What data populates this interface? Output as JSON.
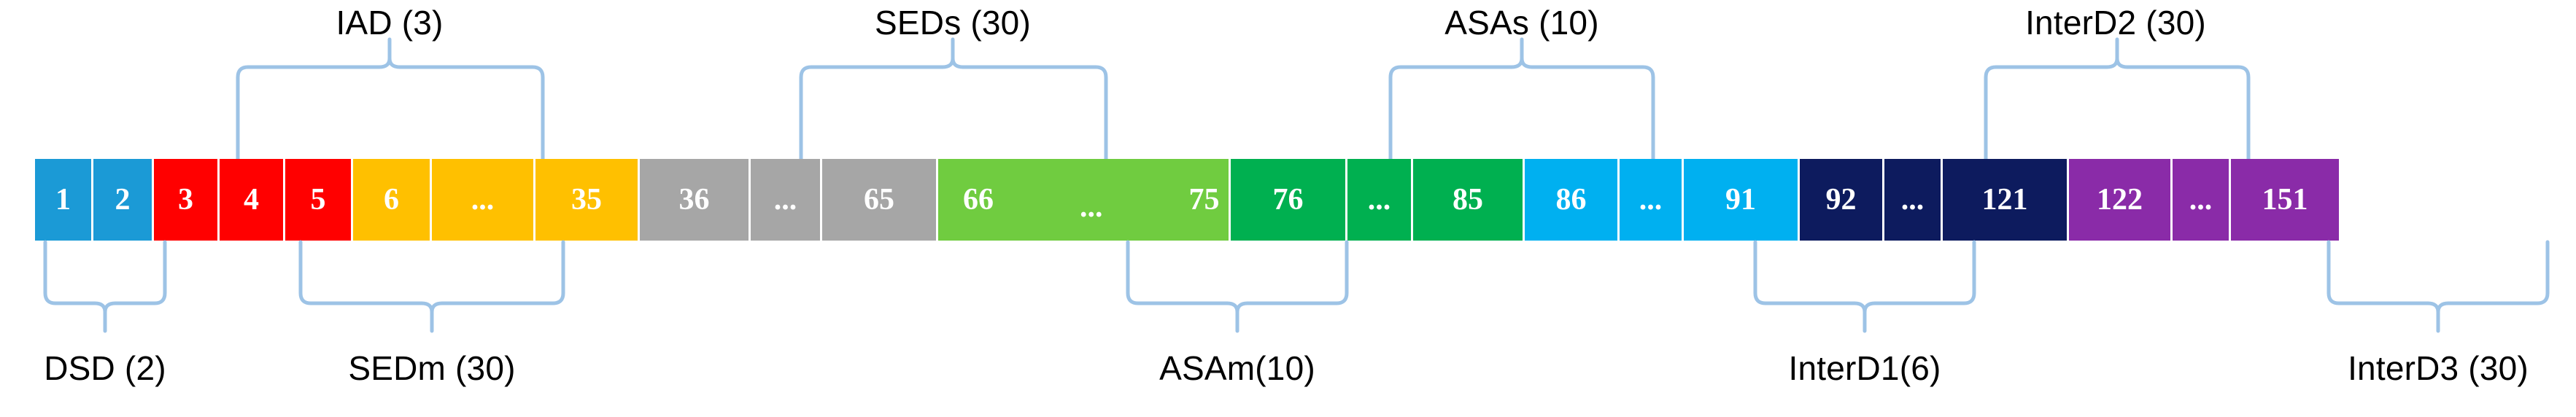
{
  "diagram": {
    "title_text": "",
    "bar_segments": [
      {
        "id": "dsd",
        "color": "#1B9AD6",
        "label": "DSD (2)",
        "label_position": "bottom",
        "cells": [
          "1",
          "2"
        ]
      },
      {
        "id": "iad",
        "color": "#FF0000",
        "label": "IAD (3)",
        "label_position": "top",
        "cells": [
          "3",
          "4",
          "5"
        ]
      },
      {
        "id": "sedm",
        "color": "#FFC000",
        "label": "SEDm (30)",
        "label_position": "bottom",
        "cells": [
          "6",
          "...",
          "35"
        ]
      },
      {
        "id": "seds",
        "color": "#A6A6A6",
        "label": "SEDs (30)",
        "label_position": "top",
        "cells": [
          "36",
          "...",
          "65"
        ]
      },
      {
        "id": "asam",
        "color": "#70CC40",
        "label": "ASAm(10)",
        "label_position": "bottom",
        "cells": [
          "66",
          "...",
          "75"
        ],
        "single_block": true
      },
      {
        "id": "asas",
        "color": "#00B050",
        "label": "ASAs (10)",
        "label_position": "top",
        "cells": [
          "76",
          "...",
          "85"
        ]
      },
      {
        "id": "interd1",
        "color": "#00B0F0",
        "label": "InterD1(6)",
        "label_position": "bottom",
        "cells": [
          "86",
          "...",
          "91"
        ]
      },
      {
        "id": "interd2",
        "color": "#0D1B5E",
        "label": "InterD2 (30)",
        "label_position": "top",
        "cells": [
          "92",
          "...",
          "121"
        ]
      },
      {
        "id": "interd3",
        "color": "#8A2BA8",
        "label": "InterD3 (30)",
        "label_position": "bottom",
        "cells": [
          "122",
          "...",
          "151"
        ]
      }
    ],
    "brace_color": "#9DC3E6",
    "cell_text_color": "#FFFFFF",
    "label_text_color": "#000000",
    "background_color": "#FFFFFF"
  }
}
